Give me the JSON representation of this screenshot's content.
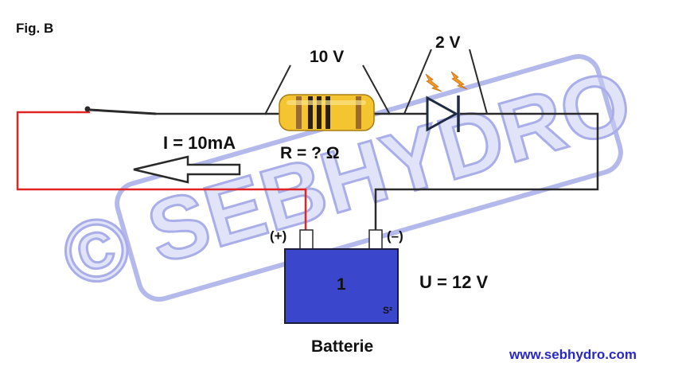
{
  "figure_label": "Fig. B",
  "resistor": {
    "voltage": "10 V",
    "resistance": "R = ?  Ω"
  },
  "led": {
    "voltage": "2 V"
  },
  "current": "I = 10mA",
  "battery": {
    "number": "1",
    "brand_mark": "S²",
    "name": "Batterie",
    "plus_terminal": "(+)",
    "minus_terminal": "(–)",
    "voltage": "U = 12 V"
  },
  "watermark": "© SEBHYDRO",
  "website": "www.sebhydro.com",
  "colors": {
    "wire": "#2a2a2a",
    "positive_wire": "#e02424",
    "battery_fill": "#3a47cc",
    "resistor_body": "#f4c530",
    "watermark": "#b4b9ec",
    "website": "#2828c8"
  }
}
